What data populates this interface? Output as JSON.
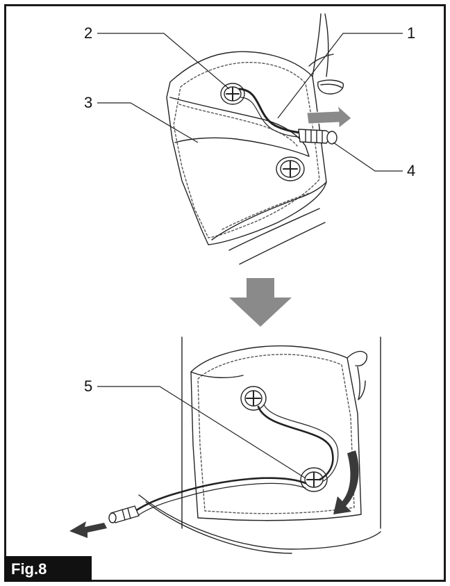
{
  "callouts": {
    "c1": "1",
    "c2": "2",
    "c3": "3",
    "c4": "4",
    "c5": "5"
  },
  "figure_label": "Fig.8",
  "colors": {
    "line": "#222222",
    "dashed": "#555555",
    "arrow_gray": "#8a8a8a",
    "arrow_dark": "#3a3a3a",
    "label_bg": "#111111"
  }
}
